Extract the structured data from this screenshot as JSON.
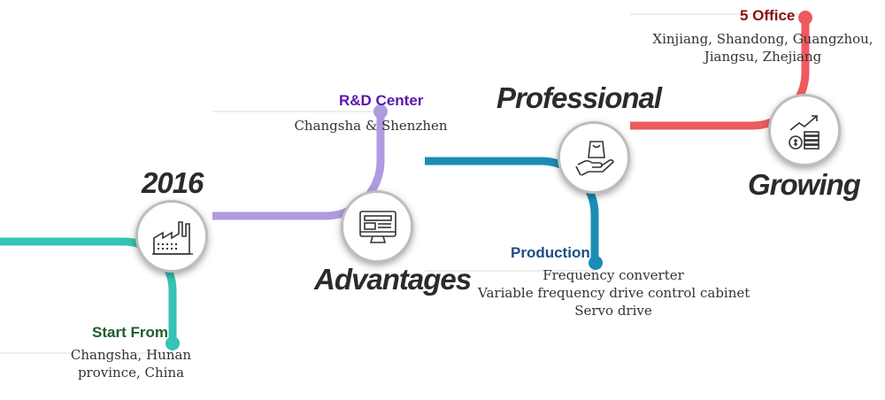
{
  "colors": {
    "teal": "#36c2b4",
    "purple": "#b09ae0",
    "blue": "#1b8db5",
    "red": "#ee5a5e",
    "start_heading": "#1d5e2b",
    "rd_heading": "#5a16b0",
    "production_heading": "#1d4f82",
    "office_heading": "#8a1010"
  },
  "milestones": [
    {
      "big_label": "2016",
      "heading": "Start From",
      "body": [
        "Changsha, Hunan",
        "province, China"
      ],
      "icon": "factory-icon"
    },
    {
      "big_label": "Advantages",
      "heading": "R&D Center",
      "body": [
        "Changsha & Shenzhen"
      ],
      "icon": "monitor-icon"
    },
    {
      "big_label": "Professional",
      "heading": "Production",
      "body": [
        "Frequency converter",
        "Variable frequency drive control cabinet",
        "Servo drive"
      ],
      "icon": "hand-package-icon"
    },
    {
      "big_label": "Growing",
      "heading": "5 Office",
      "body": [
        "Xinjiang, Shandong, Guangzhou,",
        "Jiangsu, Zhejiang"
      ],
      "icon": "growth-chart-icon"
    }
  ]
}
